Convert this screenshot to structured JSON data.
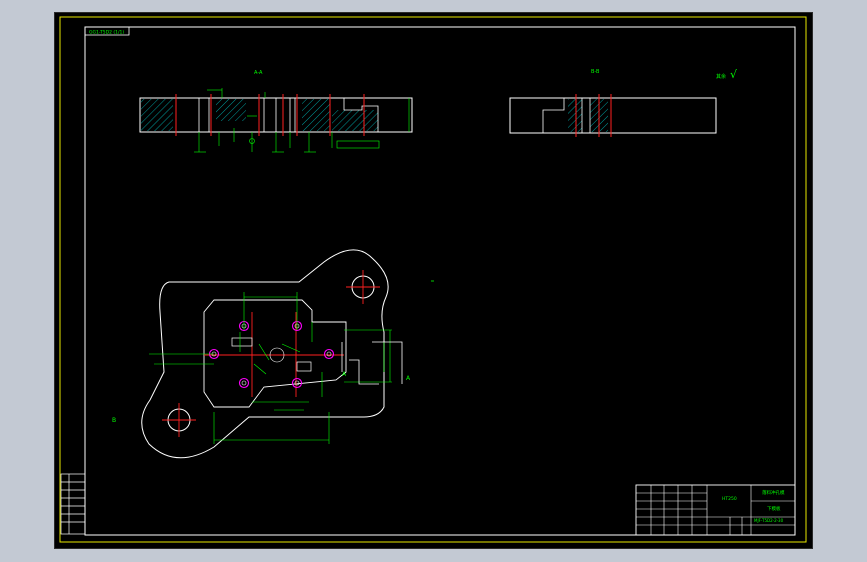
{
  "drawing": {
    "part_code": "GG1-T5D2 (1/1)",
    "section_a_label": "A-A",
    "section_b_label": "B-B",
    "roughness_note": "其余",
    "roughness_symbol": "√",
    "view_marker_a": "A",
    "view_marker_b": "B",
    "view_marker_a2": "A"
  },
  "title_block": {
    "part_name": "落料冲孔模",
    "drawing_name": "下模板",
    "material": "HT250",
    "drawing_no": "MJF-T5D2-2-30"
  },
  "colors": {
    "background": "#000000",
    "frame": "#ffffff",
    "dimension": "#00ff00",
    "center_line": "#ff2020",
    "hole": "#ff00ff",
    "text": "#00ff00"
  }
}
